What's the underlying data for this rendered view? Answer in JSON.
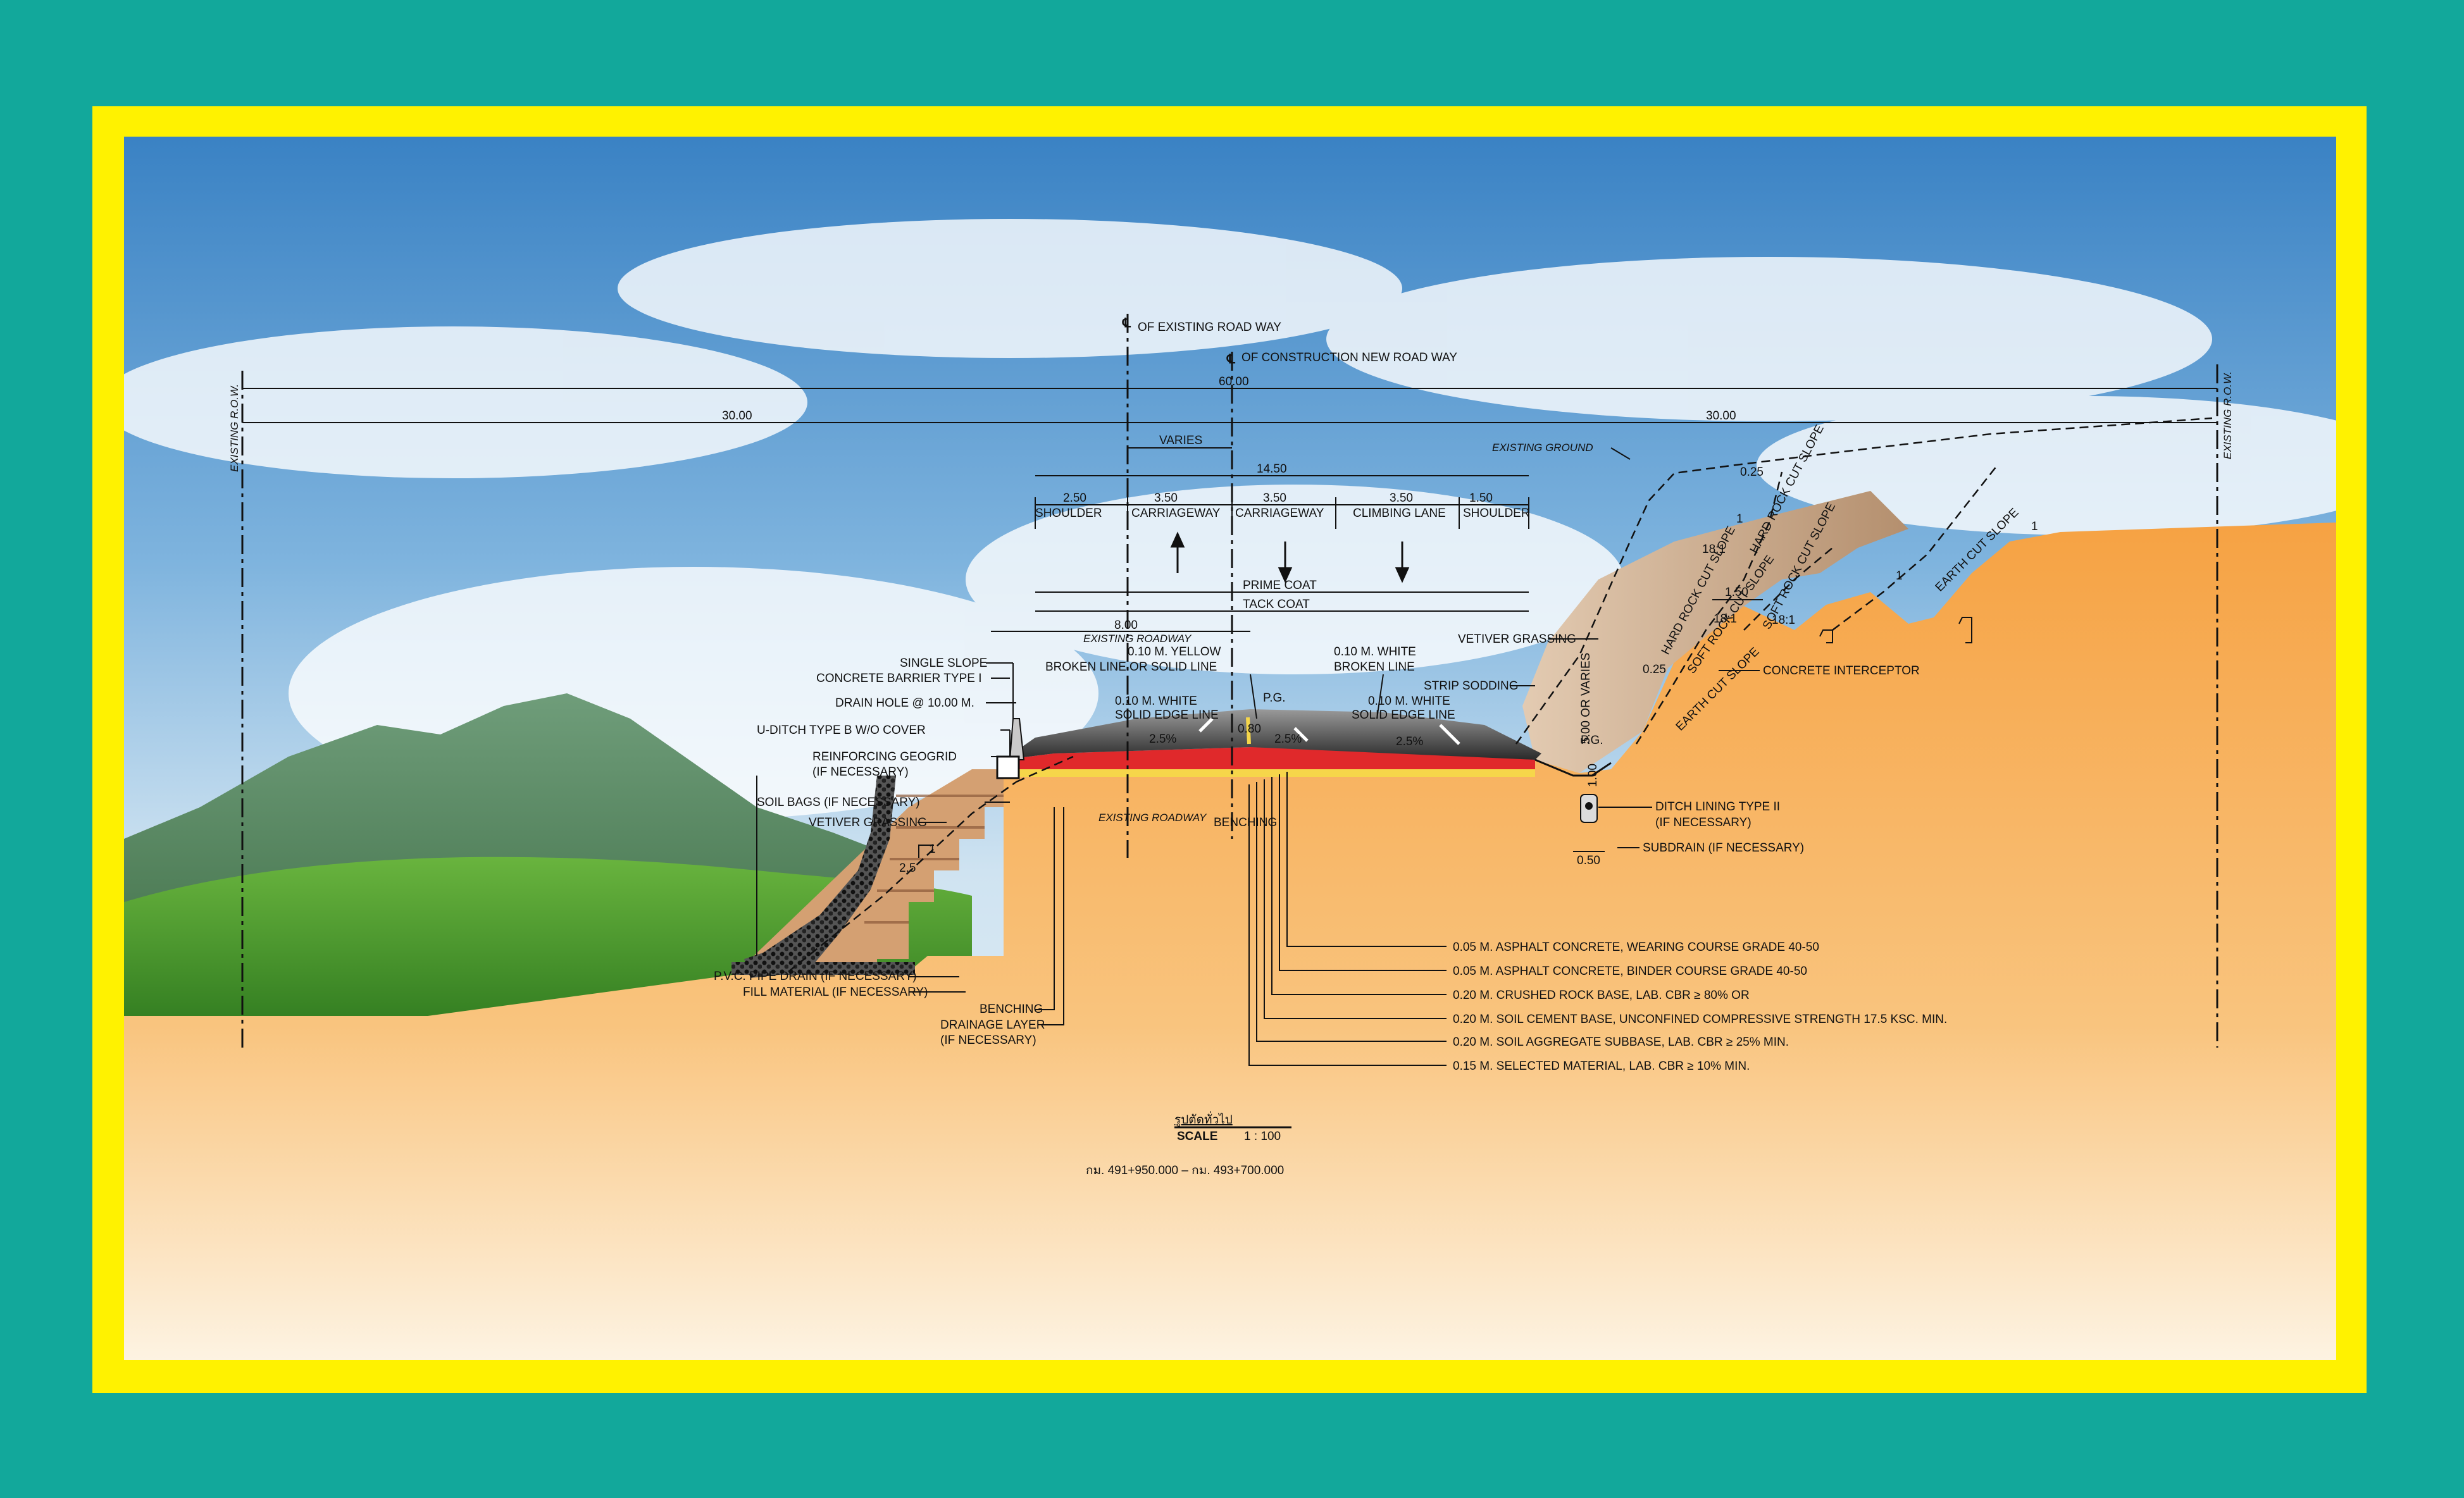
{
  "centerlines": {
    "existing": "OF EXISTING ROAD WAY",
    "new": "OF CONSTRUCTION NEW ROAD WAY"
  },
  "row": {
    "left": "EXISTING R.O.W.",
    "right": "EXISTING R.O.W.",
    "total": "60.00",
    "left_half": "30.00",
    "right_half": "30.00"
  },
  "roadway": {
    "varies": "VARIES",
    "width": "14.50",
    "existing_width": "8.00",
    "existing_label": "EXISTING ROADWAY",
    "existing_label_2": "EXISTING ROADWAY",
    "lanes": [
      {
        "width": "2.50",
        "name": "SHOULDER"
      },
      {
        "width": "3.50",
        "name": "CARRIAGEWAY"
      },
      {
        "width": "3.50",
        "name": "CARRIAGEWAY"
      },
      {
        "width": "3.50",
        "name": "CLIMBING LANE"
      },
      {
        "width": "1.50",
        "name": "SHOULDER"
      }
    ],
    "prime_coat": "PRIME COAT",
    "tack_coat": "TACK COAT",
    "pg": "P.G.",
    "pg2": "P.G.",
    "crown": "0.80",
    "slopes": [
      "2.5%",
      "2.5%",
      "2.5%"
    ]
  },
  "left_callouts": [
    "SINGLE SLOPE",
    "CONCRETE BARRIER TYPE I",
    "DRAIN HOLE @ 10.00 M.",
    "U-DITCH TYPE B W/O COVER",
    "REINFORCING GEOGRID",
    "(IF NECESSARY)",
    "SOIL BAGS (IF NECESSARY)",
    "VETIVER GRASSING"
  ],
  "fill_slope": {
    "ratio_h": "2.5",
    "ratio_v": "1"
  },
  "bottom_left_callouts": [
    "P.V.C. PIPE DRAIN (IF NECESSARY)",
    "FILL MATERIAL (IF NECESSARY)"
  ],
  "benching": "BENCHING",
  "drainage_layer": [
    "BENCHING",
    "DRAINAGE LAYER",
    "(IF NECESSARY)"
  ],
  "markings": {
    "yellow": [
      "0.10 M. YELLOW",
      "BROKEN LINE OR SOLID LINE"
    ],
    "white_left": [
      "0.10 M. WHITE",
      "SOLID EDGE LINE"
    ],
    "white_broken": [
      "0.10 M. WHITE",
      "BROKEN LINE"
    ],
    "white_right": [
      "0.10 M. WHITE",
      "SOLID EDGE LINE"
    ]
  },
  "right_callouts": {
    "strip_sodding": "STRIP SODDING",
    "vetiver": "VETIVER GRASSING",
    "existing_ground": "EXISTING GROUND",
    "ditch_height": "5.00 OR VARIES",
    "ditch": [
      "DITCH LINING TYPE II",
      "(IF NECESSARY)"
    ],
    "subdrain": "SUBDRAIN (IF NECESSARY)",
    "subdrain_w": "0.50",
    "ditch_depth": "1.00",
    "interceptor": "CONCRETE INTERCEPTOR",
    "bench_w": "1.50",
    "small_dims": [
      "0.25",
      "0.25"
    ],
    "ratios": [
      "18:1",
      "18:1",
      "18:1"
    ],
    "cut_labels": [
      "HARD ROCK CUT SLOPE",
      "SOFT ROCK CUT SLOPE",
      "EARTH CUT SLOPE",
      "HARD ROCK CUT SLOPE",
      "SOFT ROCK CUT SLOPE",
      "EARTH CUT SLOPE"
    ],
    "slope_v": [
      "1",
      "1",
      "1"
    ]
  },
  "pavement_layers": [
    "0.05 M. ASPHALT CONCRETE, WEARING COURSE GRADE 40-50",
    "0.05 M. ASPHALT CONCRETE, BINDER COURSE GRADE 40-50",
    "0.20 M. CRUSHED ROCK BASE, LAB. CBR ≥ 80% OR",
    "0.20 M. SOIL CEMENT BASE, UNCONFINED COMPRESSIVE STRENGTH 17.5 KSC. MIN.",
    "0.20 M. SOIL AGGREGATE SUBBASE, LAB. CBR ≥ 25% MIN.",
    "0.15 M. SELECTED MATERIAL, LAB. CBR ≥ 10% MIN."
  ],
  "caption": {
    "title": "รูปตัดทั่วไป",
    "scale_label": "SCALE",
    "scale_value": "1 : 100",
    "station": "กม. 491+950.000 – กม. 493+700.000"
  },
  "colors": {
    "background": "#12a89b",
    "frame": "#fff200",
    "ground": "#f7a94b",
    "sky_top": "#3e88c9",
    "grass": "#4c9a2e",
    "asphalt": "#2b2b2b",
    "base_red": "#e0292b",
    "subbase_yellow": "#f6d64a"
  }
}
